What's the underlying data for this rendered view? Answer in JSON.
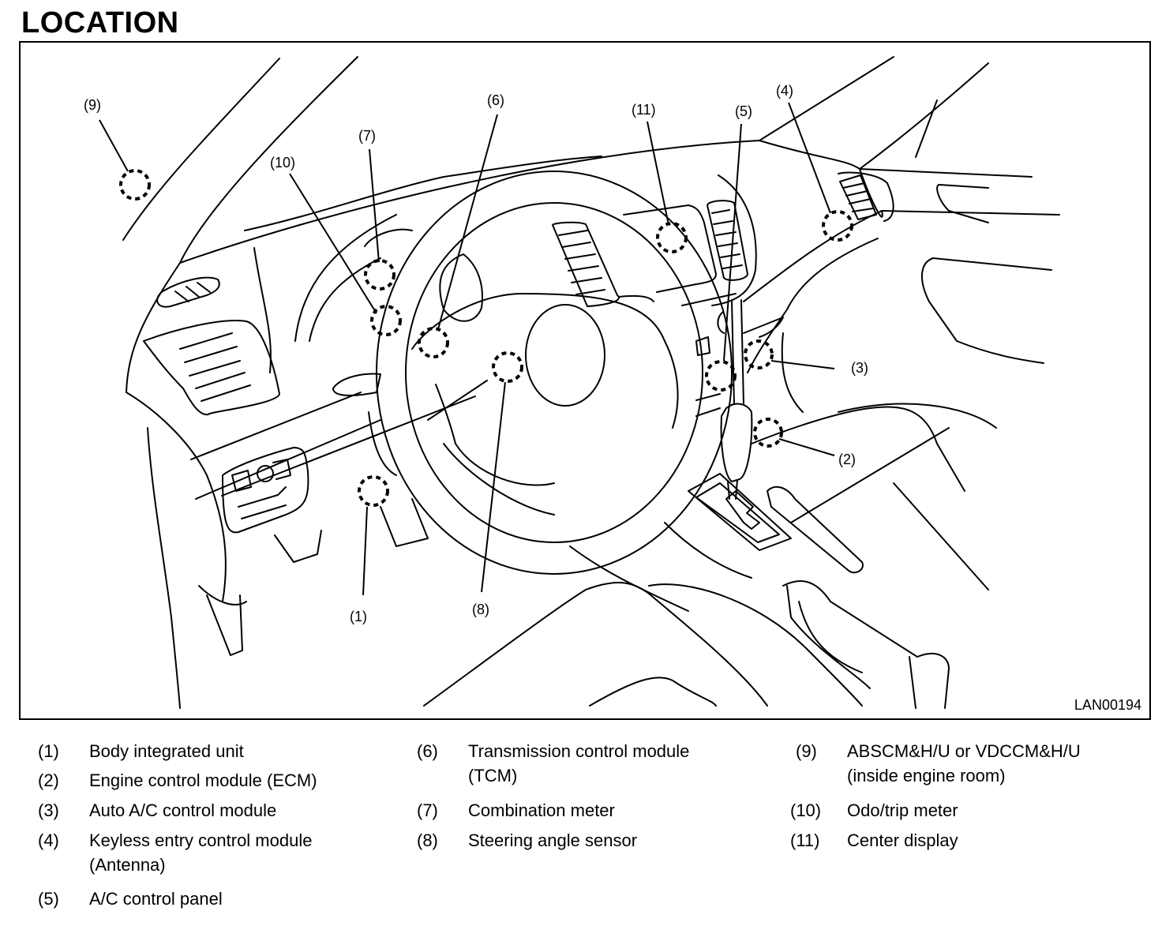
{
  "title": "LOCATION",
  "figure": {
    "id": "LAN00194",
    "callouts": [
      {
        "label": "(1)"
      },
      {
        "label": "(2)"
      },
      {
        "label": "(3)"
      },
      {
        "label": "(4)"
      },
      {
        "label": "(5)"
      },
      {
        "label": "(6)"
      },
      {
        "label": "(7)"
      },
      {
        "label": "(8)"
      },
      {
        "label": "(9)"
      },
      {
        "label": "(10)"
      },
      {
        "label": "(11)"
      }
    ]
  },
  "legend": [
    {
      "num": "(1)",
      "desc": "Body integrated unit"
    },
    {
      "num": "(2)",
      "desc": "Engine control module (ECM)"
    },
    {
      "num": "(3)",
      "desc": "Auto A/C control module"
    },
    {
      "num": "(4)",
      "desc": "Keyless entry control module\n(Antenna)"
    },
    {
      "num": "(5)",
      "desc": "A/C control panel"
    },
    {
      "num": "(6)",
      "desc": "Transmission control module\n(TCM)"
    },
    {
      "num": "(7)",
      "desc": "Combination meter"
    },
    {
      "num": "(8)",
      "desc": "Steering angle sensor"
    },
    {
      "num": "(9)",
      "desc": "ABSCM&H/U or VDCCM&H/U\n(inside engine room)"
    },
    {
      "num": "(10)",
      "desc": "Odo/trip meter"
    },
    {
      "num": "(11)",
      "desc": "Center display"
    }
  ]
}
